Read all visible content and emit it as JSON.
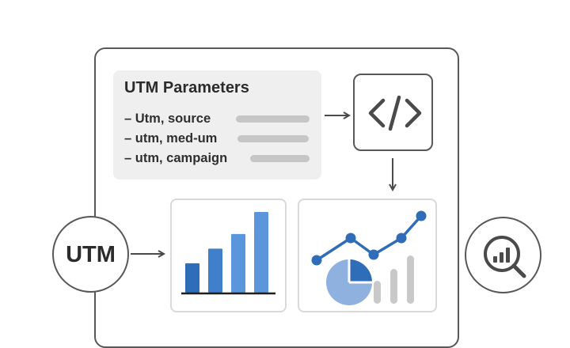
{
  "utm_card": {
    "title": "UTM Parameters",
    "params": [
      {
        "label": "– Utm, source"
      },
      {
        "label": "– utm, med-um"
      },
      {
        "label": "– utm, campaign"
      }
    ]
  },
  "utm_circle": {
    "label": "UTM"
  },
  "icons": {
    "code": "code-brackets-icon",
    "analytics_search": "magnifier-chart-icon",
    "bar_chart": "bar-chart-icon",
    "line_chart": "line-pie-chart-icon"
  },
  "colors": {
    "blue_dark": "#2f6db8",
    "blue_mid": "#3f7fcc",
    "blue_light": "#5b96dd",
    "pie_light": "#8fb1e0",
    "gray_bar": "#c9c9c9",
    "outline": "#585858"
  },
  "chart_data": [
    {
      "type": "bar",
      "values": [
        4,
        6,
        8,
        11
      ]
    },
    {
      "type": "line",
      "values": [
        2,
        4,
        2.5,
        4,
        6
      ]
    }
  ]
}
